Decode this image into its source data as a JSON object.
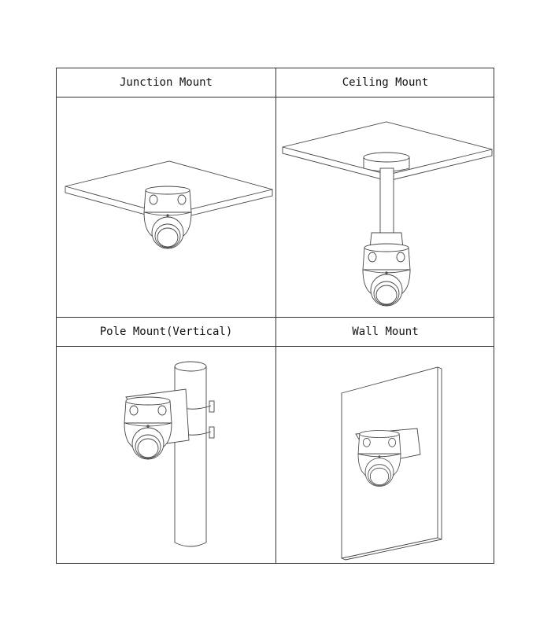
{
  "cells": [
    {
      "label": "Junction Mount"
    },
    {
      "label": "Ceiling Mount"
    },
    {
      "label": "Pole Mount(Vertical)"
    },
    {
      "label": "Wall Mount"
    }
  ]
}
